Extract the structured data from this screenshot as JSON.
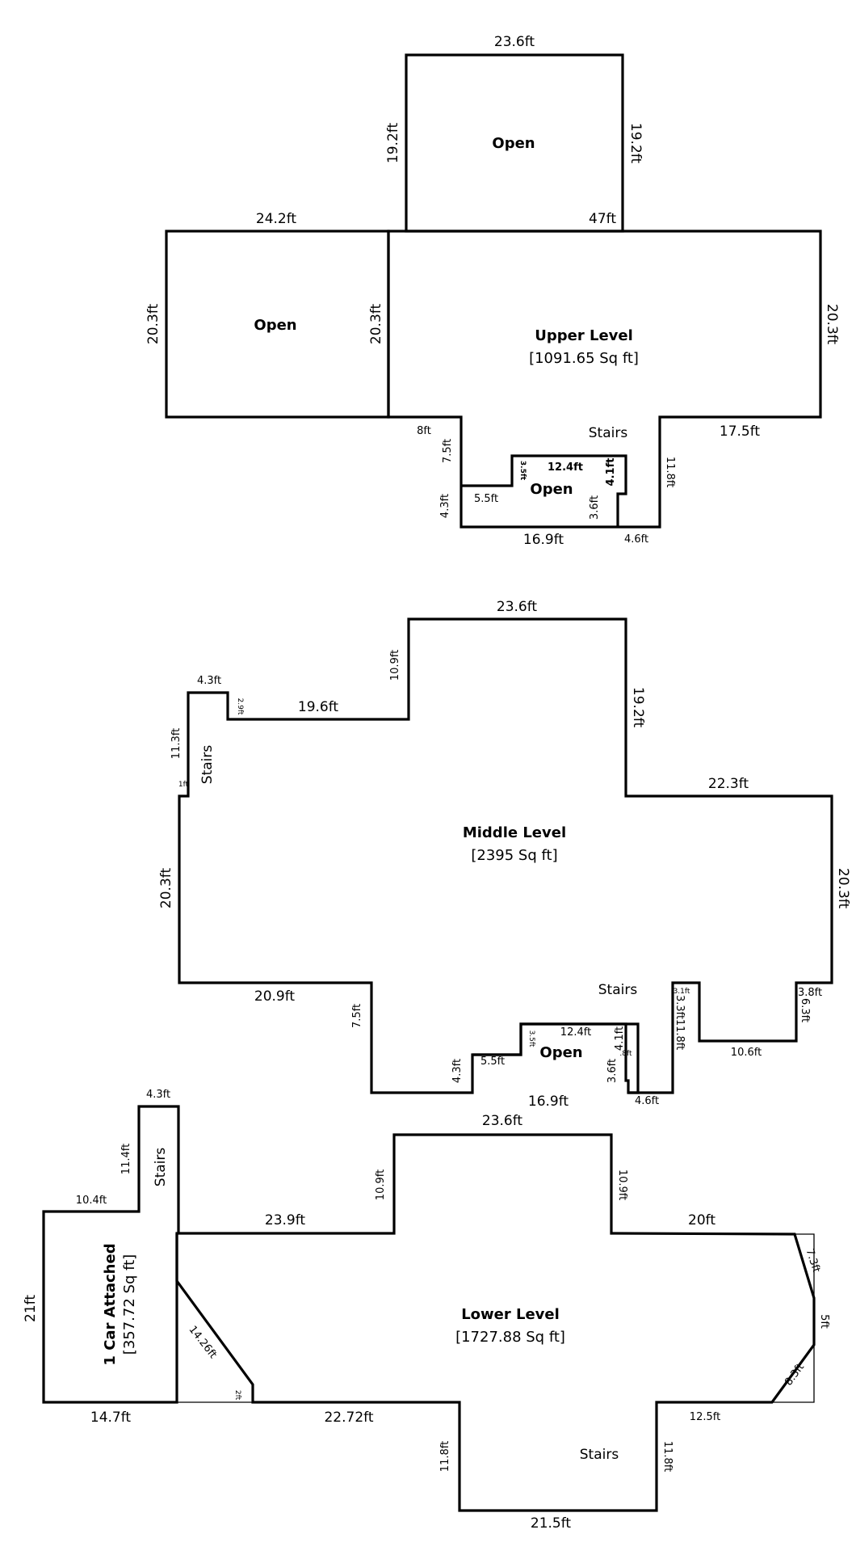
{
  "upper": {
    "title": "Upper Level",
    "area": "[1091.65 Sq ft]",
    "open_top": "Open",
    "open_left": "Open",
    "open_small": "Open",
    "stairs": "Stairs",
    "dims": {
      "top_width": "23.6ft",
      "top_left": "19.2ft",
      "top_right": "19.2ft",
      "top_bottom": "47ft",
      "left_width": "24.2ft",
      "left_height": "20.3ft",
      "left_inner": "20.3ft",
      "right_height": "20.3ft",
      "right_bottom": "17.5ft",
      "notch_top": "8ft",
      "notch_left": "7.5ft",
      "notch_lower_left": "4.3ft",
      "bottom": "16.9ft",
      "bottom_right": "4.6ft",
      "right_drop": "11.8ft",
      "open_step": "5.5ft",
      "open_small_side": "3.5ft",
      "open_top": "12.4ft",
      "open_right": "4.1ft",
      "open_inner": "3.6ft"
    }
  },
  "middle": {
    "title": "Middle Level",
    "area": "[2395 Sq ft]",
    "stairs_left": "Stairs",
    "stairs_bottom": "Stairs",
    "open": "Open",
    "dims": {
      "top": "23.6ft",
      "top_left_side": "10.9ft",
      "top_right_side": "19.2ft",
      "stair_top": "4.3ft",
      "stair_step": "2.9ft",
      "upper_left": "19.6ft",
      "stair_side": "11.3ft",
      "stair_jog": "1ft",
      "left_side": "20.3ft",
      "right_top": "22.3ft",
      "right_side": "20.3ft",
      "bottom_left": "20.9ft",
      "drop_left": "7.5ft",
      "lower_left": "4.3ft",
      "open_step": "5.5ft",
      "open_side": "3.5ft",
      "open_top": "12.4ft",
      "open_right": "4.1ft",
      "open_tiny": ".8ft",
      "open_inner": "3.6ft",
      "bottom": "16.9ft",
      "bottom_right": "4.6ft",
      "stair_w": "3.1ft",
      "stair_h1": "3.3ft",
      "stair_h2": "11.8ft",
      "notch_bottom": "10.6ft",
      "notch_top": "3.8ft",
      "notch_side": "6.3ft"
    }
  },
  "lower": {
    "title": "Lower Level",
    "area": "[1727.88 Sq ft]",
    "garage_title": "1 Car Attached",
    "garage_area": "[357.72 Sq ft]",
    "stairs_left": "Stairs",
    "stairs_bottom": "Stairs",
    "dims": {
      "stair_top": "4.3ft",
      "stair_side": "11.4ft",
      "garage_top": "10.4ft",
      "garage_side": "21ft",
      "garage_bottom": "14.7ft",
      "top": "23.6ft",
      "top_left_side": "10.9ft",
      "top_right_side": "10.9ft",
      "upper_left": "23.9ft",
      "upper_right": "20ft",
      "diag_left": "14.26ft",
      "diag_small": "2ft",
      "right_diag_top": "7.3ft",
      "right_side": "5ft",
      "right_diag_bottom": "8.3ft",
      "bottom_left": "22.72ft",
      "bottom_right": "12.5ft",
      "drop_left": "11.8ft",
      "drop_right": "11.8ft",
      "bottom": "21.5ft"
    }
  }
}
